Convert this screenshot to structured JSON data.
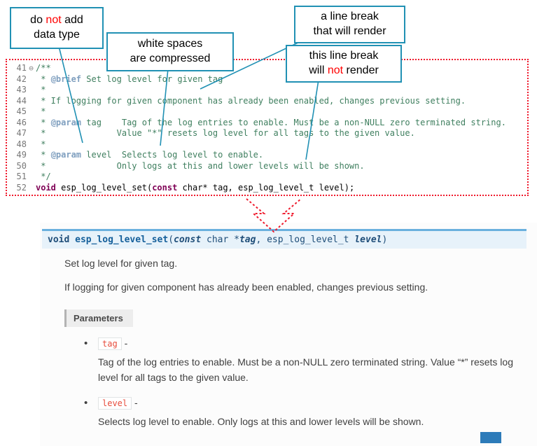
{
  "callouts": [
    {
      "seg1": "do ",
      "em": "not",
      "seg2": " add",
      "line2": "data type"
    },
    {
      "line1": "white spaces",
      "line2": "are compressed"
    },
    {
      "line1": "a line break",
      "line2": "that will render"
    },
    {
      "line1": "this line break",
      "seg1": "will ",
      "em": "not",
      "seg2": " render"
    }
  ],
  "editor": {
    "lines": [
      {
        "num": "41",
        "fold": "⊖",
        "segments": [
          {
            "t": "/**",
            "c": "cm"
          }
        ]
      },
      {
        "num": "42",
        "segments": [
          {
            "t": " * ",
            "c": "cm"
          },
          {
            "t": "@brief",
            "c": "dx"
          },
          {
            "t": " Set log level for given tag",
            "c": "cm"
          }
        ]
      },
      {
        "num": "43",
        "segments": [
          {
            "t": " *",
            "c": "cm"
          }
        ]
      },
      {
        "num": "44",
        "segments": [
          {
            "t": " * If logging for given component has already been enabled, changes previous setting.",
            "c": "cm"
          }
        ]
      },
      {
        "num": "45",
        "segments": [
          {
            "t": " *",
            "c": "cm"
          }
        ]
      },
      {
        "num": "46",
        "segments": [
          {
            "t": " * ",
            "c": "cm"
          },
          {
            "t": "@param",
            "c": "dx"
          },
          {
            "t": " tag    Tag of the log entries to enable. Must be a non-NULL zero terminated string.",
            "c": "cm"
          }
        ]
      },
      {
        "num": "47",
        "segments": [
          {
            "t": " *              Value \"*\" resets log level for all tags to the given value.",
            "c": "cm"
          }
        ]
      },
      {
        "num": "48",
        "segments": [
          {
            "t": " *",
            "c": "cm"
          }
        ]
      },
      {
        "num": "49",
        "segments": [
          {
            "t": " * ",
            "c": "cm"
          },
          {
            "t": "@param",
            "c": "dx"
          },
          {
            "t": " level  Selects log level to enable.",
            "c": "cm"
          }
        ]
      },
      {
        "num": "50",
        "segments": [
          {
            "t": " *              Only logs at this and lower levels will be shown.",
            "c": "cm"
          }
        ]
      },
      {
        "num": "51",
        "segments": [
          {
            "t": " */",
            "c": "cm"
          }
        ]
      },
      {
        "num": "52",
        "segments": [
          {
            "t": "void",
            "c": "kw"
          },
          {
            "t": " esp_log_level_set(",
            "c": "pl"
          },
          {
            "t": "const",
            "c": "kw"
          },
          {
            "t": " char* tag, esp_log_level_t level);",
            "c": "pl"
          }
        ]
      }
    ]
  },
  "docs": {
    "signature": {
      "segments": [
        {
          "t": "void",
          "c": "sg-kw"
        },
        {
          "t": " ",
          "c": "sg-pl"
        },
        {
          "t": "esp_log_level_set",
          "c": "sg-name"
        },
        {
          "t": "(",
          "c": "sg-pl"
        },
        {
          "t": "const",
          "c": "sg-kwi"
        },
        {
          "t": " char *",
          "c": "sg-pl"
        },
        {
          "t": "tag",
          "c": "sg-prm"
        },
        {
          "t": ", ",
          "c": "sg-pl"
        },
        {
          "t": "esp_log_level_t ",
          "c": "sg-pl"
        },
        {
          "t": "level",
          "c": "sg-prm"
        },
        {
          "t": ")",
          "c": "sg-pl"
        }
      ]
    },
    "brief": "Set log level for given tag.",
    "description": "If logging for given component has already been enabled, changes previous setting.",
    "parameters": {
      "label": "Parameters",
      "items": [
        {
          "name": "tag",
          "sep": " - ",
          "desc": "Tag of the log entries to enable. Must be a non-NULL zero terminated string. Value “*” resets log level for all tags to the given value."
        },
        {
          "name": "level",
          "sep": " - ",
          "desc": "Selects log level to enable. Only logs at this and lower levels will be shown."
        }
      ]
    }
  },
  "colors": {
    "callout_border": "#2191b4",
    "annotation_red": "#ff0000",
    "dotted_border_red": "#ef1a2d",
    "code_comment_green": "#3f7f5f",
    "code_keyword_purple": "#7f0055",
    "doxy_tag_blue": "#7f9fbf",
    "sig_top_border": "#6ab0de",
    "sig_background": "#e7f2fa",
    "param_chip_red": "#e74c3c"
  }
}
